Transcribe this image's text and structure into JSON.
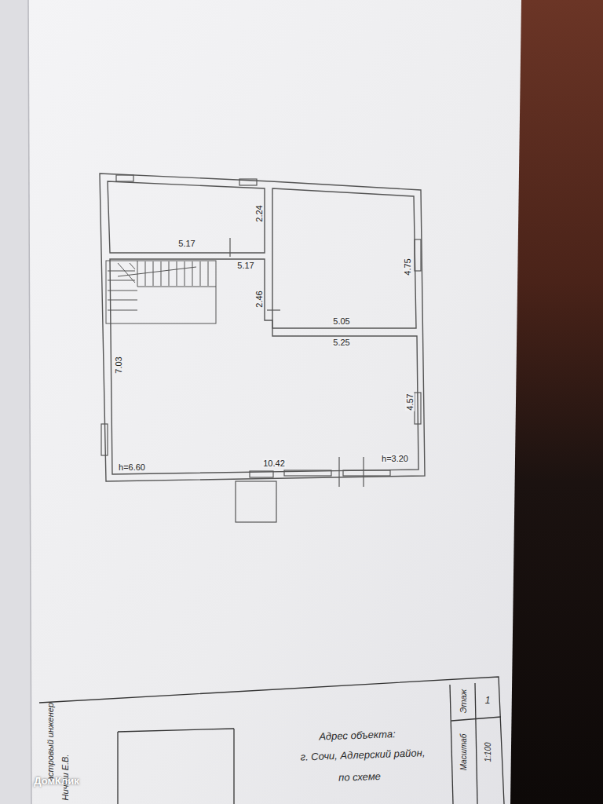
{
  "diagram": {
    "labels": [
      "5.17",
      "2.24",
      "5.17",
      "2.46",
      "4.75",
      "5.05",
      "5.25",
      "7.03",
      "4.57",
      "h=6.60",
      "10.42",
      "h=3.20",
      "астровый инженер",
      "Ничеш Е.В.",
      "Адрес объекта:",
      "г. Сочи, Адлерский район,",
      "по схеме",
      "Этаж",
      "1",
      "Масштаб",
      "1:100",
      "ДомКлик"
    ]
  }
}
